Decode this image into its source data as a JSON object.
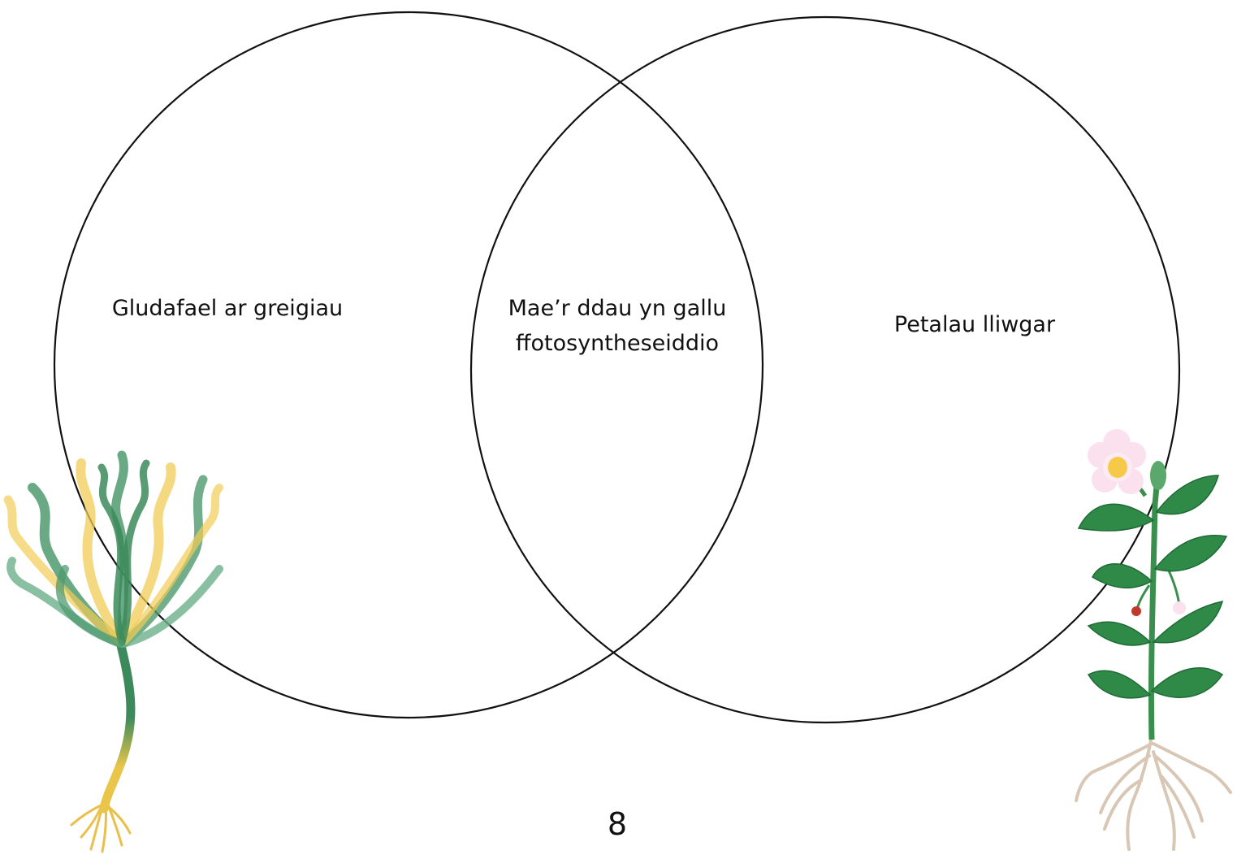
{
  "diagram": {
    "left_label": "Gludafael ar greigiau",
    "center_label": "Mae’r ddau yn gallu ffotosyntheseiddio",
    "right_label": "Petalau lliwgar",
    "page_number": "8"
  },
  "colors": {
    "outline": "#111111",
    "seaweed_green": "#4f9a6f",
    "seaweed_yellow": "#f2cc56",
    "leaf_green": "#2f8a48",
    "flower_pink": "#fbe0ee",
    "flower_center": "#f7c948",
    "root_beige": "#d8c7b5"
  },
  "icons": [
    "seaweed-illustration",
    "flowering-plant-illustration"
  ]
}
